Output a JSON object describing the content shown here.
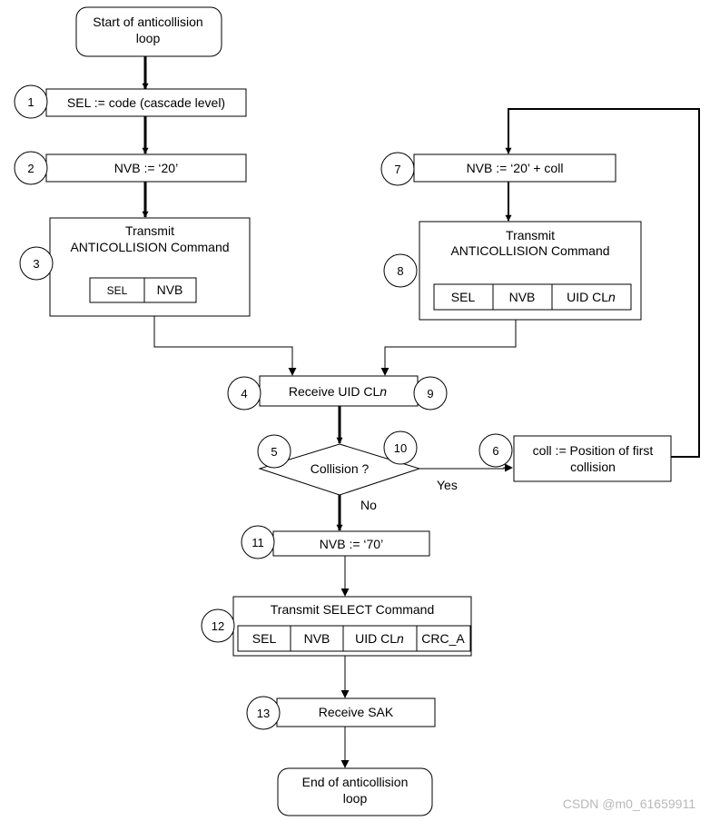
{
  "diagram": {
    "nodes": {
      "start": {
        "lines": [
          "Start of anticollision",
          "loop"
        ]
      },
      "sel": {
        "text": "SEL := code (cascade level)"
      },
      "nvb20": {
        "text": "NVB := ‘20’"
      },
      "tx1": {
        "lines": [
          "Transmit",
          "ANTICOLLISION Command"
        ],
        "cells": [
          "SEL",
          "NVB"
        ]
      },
      "receive_uid": {
        "prefix": "Receive UID CL",
        "suffix": "n"
      },
      "collision": {
        "text": "Collision ?"
      },
      "coll_pos": {
        "lines": [
          "coll := Position of first",
          "collision"
        ]
      },
      "nvb_coll": {
        "text": "NVB := ‘20’ + coll"
      },
      "tx2": {
        "lines": [
          "Transmit",
          "ANTICOLLISION Command"
        ],
        "cells": [
          "SEL",
          "NVB",
          "UID CL"
        ],
        "cell_suffix": "n"
      },
      "nvb70": {
        "text": "NVB := ‘70’"
      },
      "select": {
        "title": "Transmit SELECT Command",
        "cells": [
          "SEL",
          "NVB",
          "UID CL",
          "CRC_A"
        ],
        "cell_suffix": "n"
      },
      "receive_sak": {
        "text": "Receive SAK"
      },
      "end": {
        "lines": [
          "End of anticollision",
          "loop"
        ]
      }
    },
    "step_numbers": [
      "1",
      "2",
      "3",
      "4",
      "5",
      "6",
      "7",
      "8",
      "9",
      "10",
      "11",
      "12",
      "13"
    ],
    "edge_labels": {
      "yes": "Yes",
      "no": "No"
    }
  },
  "watermark": "CSDN @m0_61659911"
}
